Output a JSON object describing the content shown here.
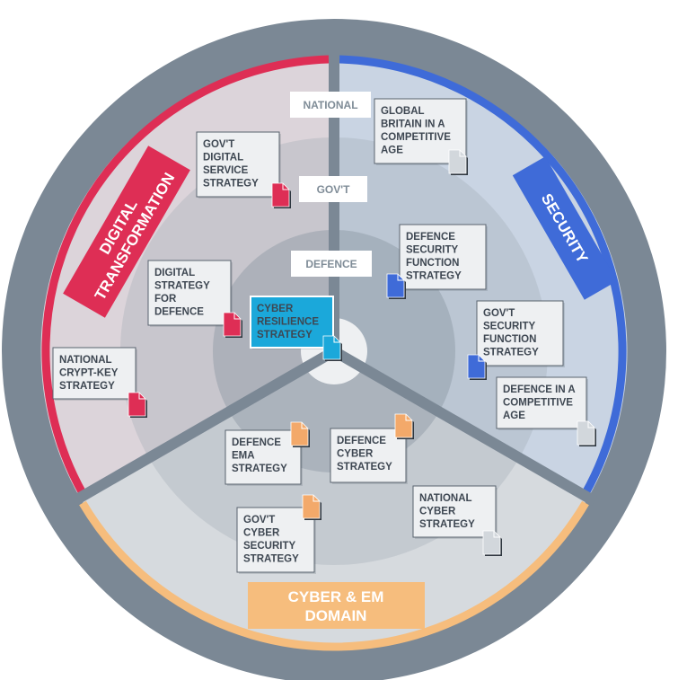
{
  "colors": {
    "outer_ring": "#7b8895",
    "digital": "#de2e55",
    "security": "#3f6bd8",
    "cyber": "#f6bd7d",
    "cyber_doc": "#f3a96a",
    "highlight": "#1ba8da",
    "neutral_doc": "#d2d7dc"
  },
  "sectors": {
    "digital": {
      "lines": [
        "DIGITAL",
        "TRANSFORMATION"
      ]
    },
    "security": {
      "lines": [
        "SECURITY"
      ]
    },
    "cyber": {
      "lines": [
        "CYBER & EM",
        "DOMAIN"
      ]
    }
  },
  "rings": {
    "national": "NATIONAL",
    "govt": "GOV'T",
    "defence": "DEFENCE"
  },
  "documents": [
    {
      "id": "govt-digital-service-strategy",
      "lines": [
        "GOV'T",
        "DIGITAL",
        "SERVICE",
        "STRATEGY"
      ],
      "icon": "digital"
    },
    {
      "id": "digital-strategy-for-defence",
      "lines": [
        "DIGITAL",
        "STRATEGY",
        "FOR",
        "DEFENCE"
      ],
      "icon": "digital"
    },
    {
      "id": "national-crypt-key-strategy",
      "lines": [
        "NATIONAL",
        "CRYPT-KEY",
        "STRATEGY"
      ],
      "icon": "digital"
    },
    {
      "id": "cyber-resilience-strategy",
      "lines": [
        "CYBER",
        "RESILIENCE",
        "STRATEGY"
      ],
      "icon": "highlight",
      "highlighted": true
    },
    {
      "id": "global-britain-in-a-competitive-age",
      "lines": [
        "GLOBAL",
        "BRITAIN IN A",
        "COMPETITIVE",
        "AGE"
      ],
      "icon": "neutral"
    },
    {
      "id": "defence-security-function-strategy",
      "lines": [
        "DEFENCE",
        "SECURITY",
        "FUNCTION",
        "STRATEGY"
      ],
      "icon": "security"
    },
    {
      "id": "govt-security-function-strategy",
      "lines": [
        "GOV'T",
        "SECURITY",
        "FUNCTION",
        "STRATEGY"
      ],
      "icon": "security"
    },
    {
      "id": "defence-in-a-competitive-age",
      "lines": [
        "DEFENCE IN A",
        "COMPETITIVE",
        "AGE"
      ],
      "icon": "neutral"
    },
    {
      "id": "defence-ema-strategy",
      "lines": [
        "DEFENCE",
        "EMA",
        "STRATEGY"
      ],
      "icon": "cyber"
    },
    {
      "id": "defence-cyber-strategy",
      "lines": [
        "DEFENCE",
        "CYBER",
        "STRATEGY"
      ],
      "icon": "cyber"
    },
    {
      "id": "govt-cyber-security-strategy",
      "lines": [
        "GOV'T",
        "CYBER",
        "SECURITY",
        "STRATEGY"
      ],
      "icon": "cyber"
    },
    {
      "id": "national-cyber-strategy",
      "lines": [
        "NATIONAL",
        "CYBER",
        "STRATEGY"
      ],
      "icon": "neutral"
    }
  ]
}
